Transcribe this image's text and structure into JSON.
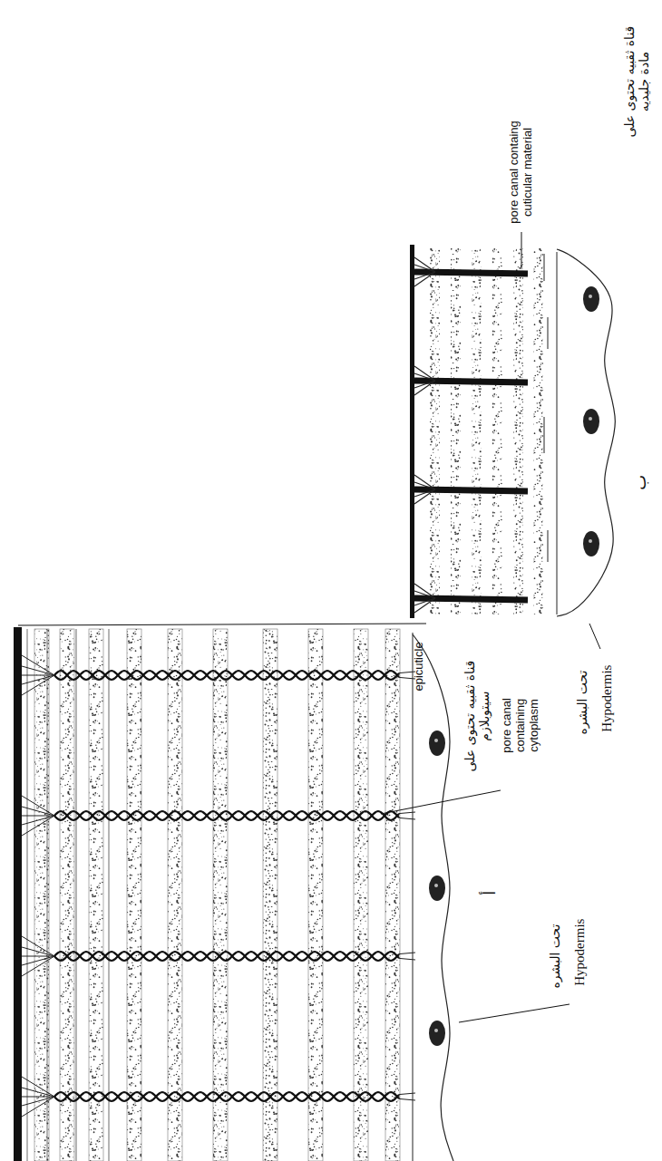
{
  "diagram": {
    "labels": [
      "قناة ثقبيه تحتوى على مادة جليديه",
      "pore canal containg cuticular material",
      "تحت البشره",
      "Hypodermis",
      "epicuticle",
      "قناة ثقبيه تحتوى على سيتوبلازم",
      "pore canal containing cytoplasm",
      "تحت البشره",
      "Hypodermis",
      "أ",
      "ب"
    ]
  }
}
